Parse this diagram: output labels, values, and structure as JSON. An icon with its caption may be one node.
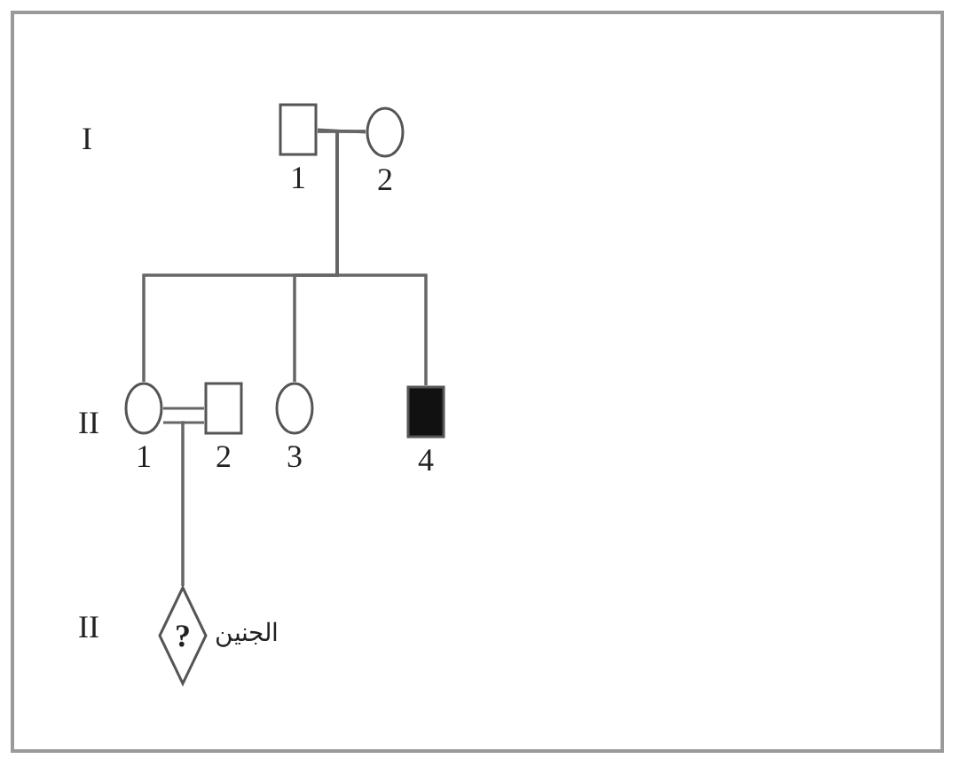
{
  "diagram": {
    "nodes": [
      {
        "text": [],
        "shape": "box",
        "beside": [
          "1"
        ]
      },
      {
        "text": [],
        "shape": "circle",
        "beside": [
          "2"
        ]
      },
      {
        "text": [],
        "shape": "circle",
        "beside": [
          "1"
        ]
      },
      {
        "text": [],
        "shape": "box",
        "beside": [
          "2"
        ]
      },
      {
        "text": [],
        "shape": "circle",
        "beside": [
          "3"
        ]
      },
      {
        "text": [],
        "shape": "box",
        "beside": [
          "4"
        ]
      },
      {
        "text": [
          "?"
        ],
        "beside": [
          "الجنين"
        ]
      }
    ],
    "edges": [
      {
        "from": 0,
        "to": 1,
        "arrow": "none"
      },
      {
        "from": 0,
        "to": 2,
        "arrow": "none"
      },
      {
        "from": 0,
        "to": 4,
        "arrow": "none"
      },
      {
        "from": 0,
        "to": 5,
        "arrow": "none"
      },
      {
        "from": 1,
        "to": 2,
        "arrow": "none"
      },
      {
        "from": 1,
        "to": 4,
        "arrow": "none"
      },
      {
        "from": 1,
        "to": 5,
        "arrow": "none"
      },
      {
        "from": 2,
        "to": 3,
        "arrow": "none"
      },
      {
        "from": 2,
        "to": 6,
        "arrow": "none"
      },
      {
        "from": 3,
        "to": 6,
        "arrow": "none"
      }
    ],
    "labels": [
      "I",
      "II",
      "II"
    ]
  }
}
